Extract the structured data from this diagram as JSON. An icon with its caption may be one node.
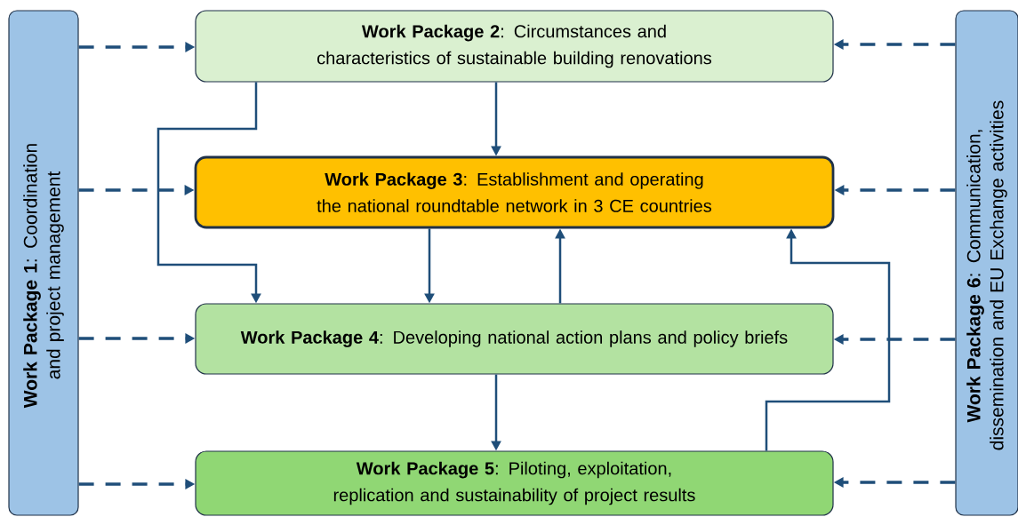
{
  "diagram": {
    "nodes": [
      {
        "text": [
          "**Work Package 1**: Coordination and project management"
        ]
      },
      {
        "text": [
          "**Work Package 2**: Circumstances and characteristics of sustainable building renovations"
        ]
      },
      {
        "text": [
          "**Work Package 3**: Establishment and operating the national roundtable network in 3 CE countries"
        ]
      },
      {
        "text": [
          "**Work Package 4**: Developing national action plans and policy briefs"
        ]
      },
      {
        "text": [
          "**Work Package 5**: Piloting, exploitation, replication and sustainability of project results"
        ]
      },
      {
        "text": [
          "**Work Package 6**: Communication, dissemination and EU Exchange activities"
        ]
      }
    ],
    "edges": [
      {
        "from": 0,
        "to": 1,
        "arrow": "to",
        "style": "dashed"
      },
      {
        "from": 0,
        "to": 2,
        "arrow": "to",
        "style": "dashed"
      },
      {
        "from": 0,
        "to": 3,
        "arrow": "to",
        "style": "dashed"
      },
      {
        "from": 0,
        "to": 4,
        "arrow": "to",
        "style": "dashed"
      },
      {
        "from": 5,
        "to": 1,
        "arrow": "to",
        "style": "dashed"
      },
      {
        "from": 5,
        "to": 2,
        "arrow": "to",
        "style": "dashed"
      },
      {
        "from": 5,
        "to": 3,
        "arrow": "to",
        "style": "dashed"
      },
      {
        "from": 5,
        "to": 4,
        "arrow": "to",
        "style": "dashed"
      },
      {
        "from": 1,
        "to": 2,
        "arrow": "to"
      },
      {
        "from": 1,
        "to": 3,
        "arrow": "to"
      },
      {
        "from": 2,
        "to": 3,
        "arrow": "to"
      },
      {
        "from": 3,
        "to": 2,
        "arrow": "to"
      },
      {
        "from": 3,
        "to": 4,
        "arrow": "to"
      },
      {
        "from": 4,
        "to": 2,
        "arrow": "to"
      }
    ]
  }
}
